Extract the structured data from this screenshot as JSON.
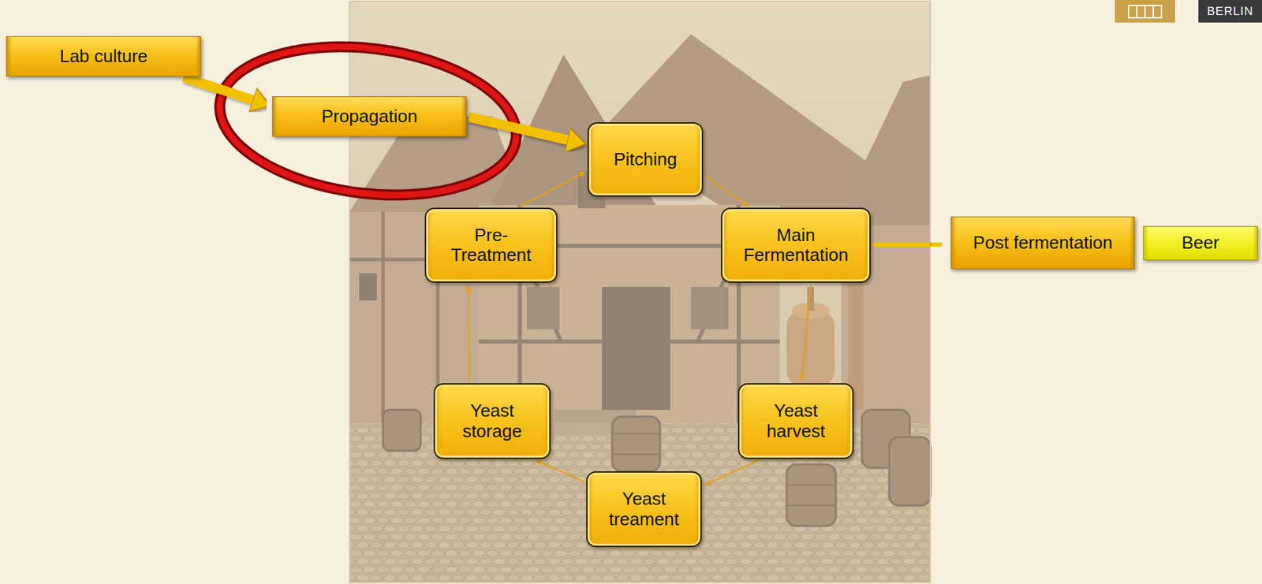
{
  "diagram": {
    "nodes": [
      {
        "text": [
          "Lab culture"
        ]
      },
      {
        "text": [
          "Propagation"
        ]
      },
      {
        "text": [
          "Pitching"
        ]
      },
      {
        "text": [
          "Pre-Treatment"
        ]
      },
      {
        "text": [
          "Main Fermentation"
        ]
      },
      {
        "text": [
          "Post fermentation"
        ]
      },
      {
        "text": [
          "Beer"
        ]
      },
      {
        "text": [
          "Yeast storage"
        ]
      },
      {
        "text": [
          "Yeast harvest"
        ]
      },
      {
        "text": [
          "Yeast treament"
        ]
      }
    ],
    "edges": [
      {
        "from": 0,
        "to": 1,
        "arrow": "to"
      },
      {
        "from": 1,
        "to": 2,
        "arrow": "to"
      },
      {
        "from": 2,
        "to": 4,
        "arrow": "to"
      },
      {
        "from": 4,
        "to": 5,
        "arrow": "to"
      },
      {
        "from": 4,
        "to": 8,
        "arrow": "to"
      },
      {
        "from": 8,
        "to": 9,
        "arrow": "to"
      },
      {
        "from": 9,
        "to": 7,
        "arrow": "to"
      },
      {
        "from": 7,
        "to": 3,
        "arrow": "to"
      },
      {
        "from": 3,
        "to": 2,
        "arrow": "to"
      }
    ],
    "labels": [
      "BERLIN"
    ]
  }
}
